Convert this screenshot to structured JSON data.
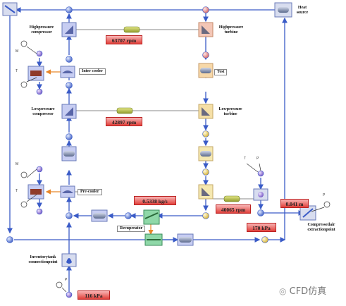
{
  "components": {
    "hp_compressor": "Highpressure compressor",
    "hp_turbine": "Highpressure turbine",
    "heat_source": "Heat source",
    "inter_cooler": "Inter cooler",
    "test": "Test",
    "lp_compressor": "Lowpressure compressor",
    "lp_turbine": "Lowpressure turbine",
    "pre_cooler": "Pre-cooler",
    "recuperator": "Recuperator",
    "compressed_air": "Compressedair extractionpoint",
    "inventory_tank": "Inventorytank connectionpoint"
  },
  "readouts": {
    "hp_speed": "63707 rpm",
    "lp_speed": "42897 rpm",
    "mass_flow": "0.5338 kg/s",
    "turbine_speed": "40065 rpm",
    "length": "0.041 m",
    "pressure_out": "170 kPa",
    "pressure_in": "116 kPa"
  },
  "sensor_letters": {
    "m": "M",
    "t": "T",
    "p": "P"
  },
  "watermark": "CFD仿真",
  "colors": {
    "flow_line": "#3a5bc7",
    "heat_line": "#e8872a",
    "shaft": "#888888",
    "readout_red": "#e0403a"
  }
}
